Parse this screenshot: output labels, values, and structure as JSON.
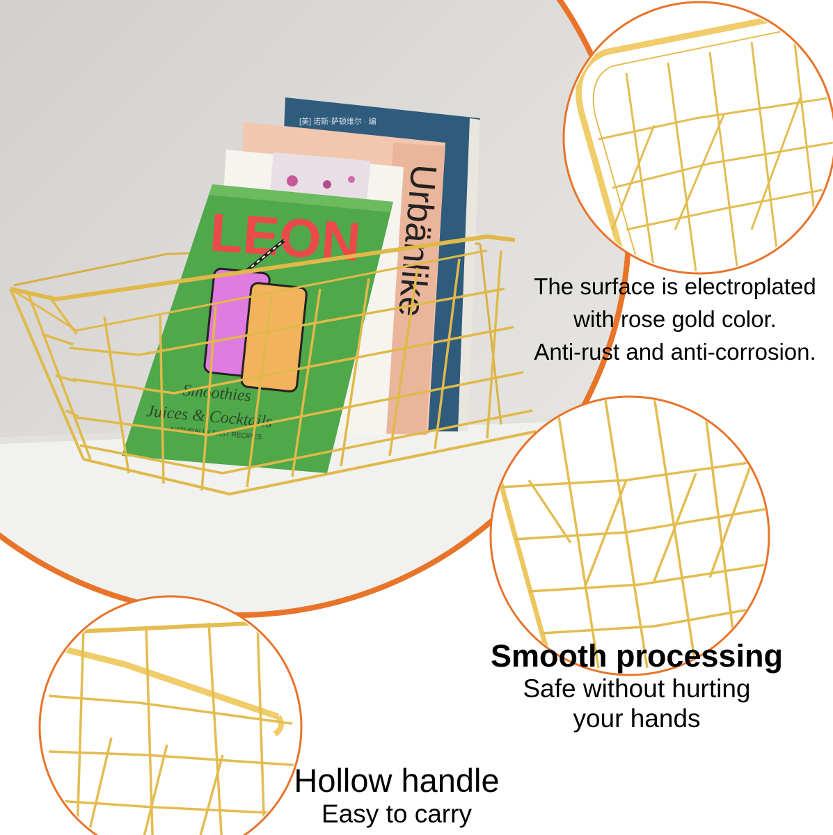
{
  "colors": {
    "accent_ring": "#e8742a",
    "gold": "#e0b94a",
    "gold_light": "#f5dc7c",
    "book_green": "#4fa84a",
    "book_title": "#ec4a4a",
    "book_pink": "#f2c7b0",
    "book_blue": "#2f5b7c",
    "wall": "#d8d6d3"
  },
  "photo": {
    "book_title": "LEON",
    "book_subtitle_line1": "Smoothies",
    "book_subtitle_line2": "Juices & Cocktails",
    "book_tagline": "NATURALLY FAST RECIPES",
    "spine_title": "Urbänlike",
    "blue_book_text": "[美] 诺斯·萨顿维尔 · 编"
  },
  "features": {
    "surface": {
      "line1": "The surface is electroplated",
      "line2": "with rose gold color.",
      "line3": "Anti-rust and anti-corrosion."
    },
    "smooth": {
      "title": "Smooth processing",
      "line1": "Safe without hurting",
      "line2": "your hands"
    },
    "handle": {
      "title": "Hollow handle",
      "line1": "Easy to carry"
    }
  }
}
